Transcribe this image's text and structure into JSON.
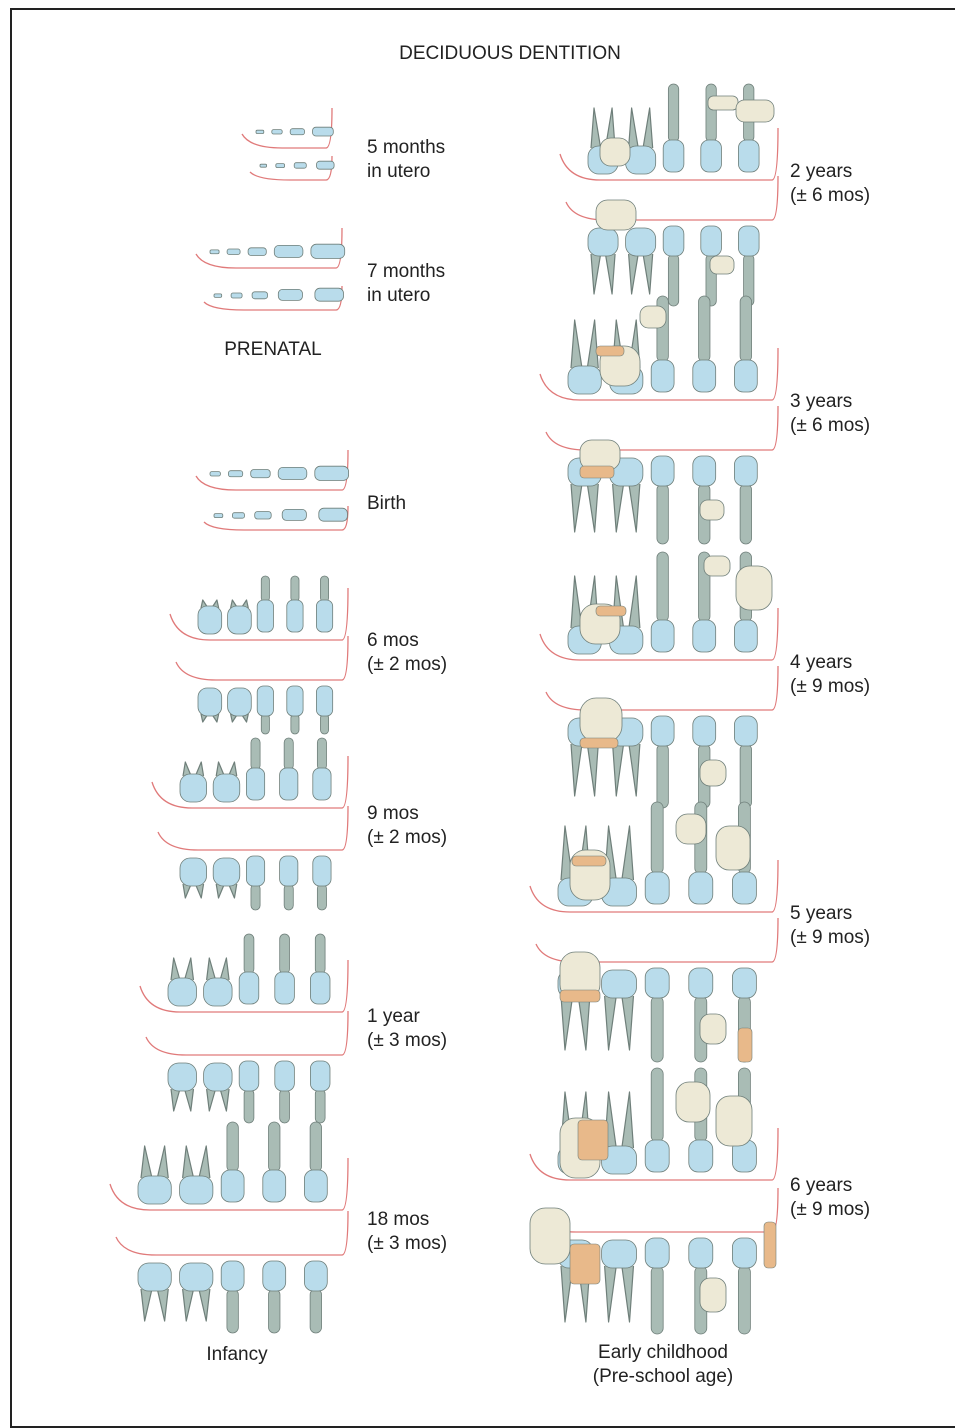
{
  "title": "DECIDUOUS DENTITION",
  "section_labels": {
    "prenatal": "PRENATAL",
    "infancy": "Infancy",
    "early_childhood_line1": "Early childhood",
    "early_childhood_line2": "(Pre-school age)"
  },
  "stages": [
    {
      "id": "5m-utero",
      "line1": "5 months",
      "line2": "in utero",
      "column": "left"
    },
    {
      "id": "7m-utero",
      "line1": "7 months",
      "line2": "in utero",
      "column": "left"
    },
    {
      "id": "birth",
      "line1": "Birth",
      "line2": "",
      "column": "left"
    },
    {
      "id": "6mos",
      "line1": "6 mos",
      "line2": "(± 2 mos)",
      "column": "left"
    },
    {
      "id": "9mos",
      "line1": "9 mos",
      "line2": "(± 2 mos)",
      "column": "left"
    },
    {
      "id": "1year",
      "line1": "1 year",
      "line2": "(± 3 mos)",
      "column": "left"
    },
    {
      "id": "18mos",
      "line1": "18 mos",
      "line2": "(± 3 mos)",
      "column": "left"
    },
    {
      "id": "2years",
      "line1": "2 years",
      "line2": "(± 6 mos)",
      "column": "right"
    },
    {
      "id": "3years",
      "line1": "3 years",
      "line2": "(± 6 mos)",
      "column": "right"
    },
    {
      "id": "4years",
      "line1": "4 years",
      "line2": "(± 9 mos)",
      "column": "right"
    },
    {
      "id": "5years",
      "line1": "5 years",
      "line2": "(± 9 mos)",
      "column": "right"
    },
    {
      "id": "6years",
      "line1": "6 years",
      "line2": "(± 9 mos)",
      "column": "right"
    }
  ],
  "colors": {
    "deciduous": "#b9dceb",
    "permanent": "#ede9d6",
    "root": "#a9bcb5",
    "gum_line": "#e07a7a",
    "resorbing": "#e8b98a",
    "outline": "#6f7f7a"
  }
}
